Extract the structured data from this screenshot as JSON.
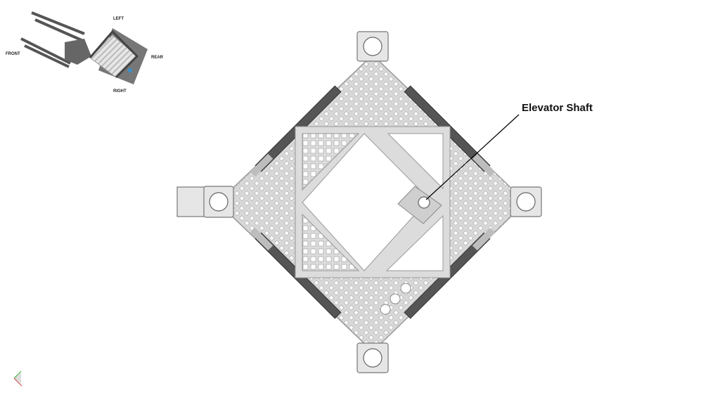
{
  "thumbnail": {
    "labels": {
      "front": "FRONT",
      "left": "LEFT",
      "rear": "REAR",
      "right": "RIGHT"
    }
  },
  "callout": {
    "label": "Elevator Shaft"
  },
  "colors": {
    "plate": "#dcdcdc",
    "edge": "#a8a8a8",
    "beam": "#555555",
    "truss": "#5a5a5a",
    "text": "#111111"
  }
}
